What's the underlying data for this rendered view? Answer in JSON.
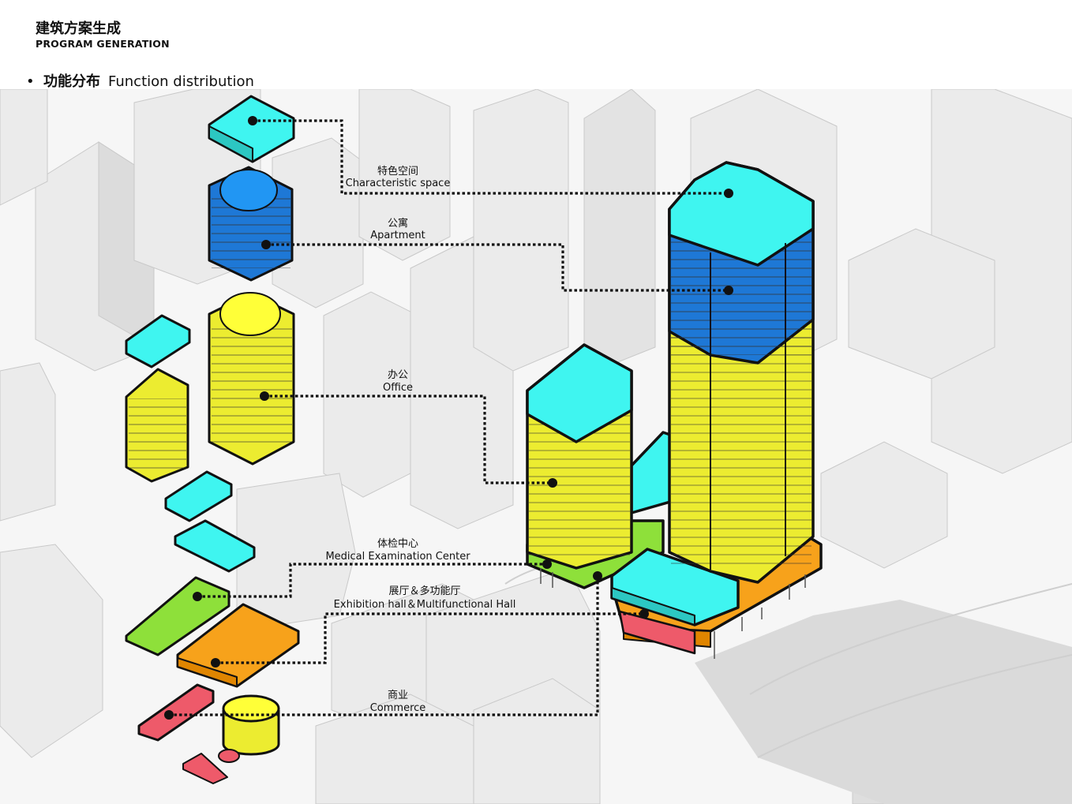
{
  "header": {
    "title_cn": "建筑方案生成",
    "title_en": "PROGRAM GENERATION"
  },
  "section": {
    "bullet": "•",
    "title_cn": "功能分布",
    "title_en": "Function distribution"
  },
  "legend": [
    {
      "cn": "特色空间",
      "en": "Characteristic space",
      "color": "#3ff5f0"
    },
    {
      "cn": "公寓",
      "en": "Apartment",
      "color": "#1e78d6"
    },
    {
      "cn": "办公",
      "en": "Office",
      "color": "#ecec30"
    },
    {
      "cn": "体检中心",
      "en": "Medical Examination Center",
      "color": "#8ee03a"
    },
    {
      "cn": "展厅＆多功能厅",
      "en": "Exhibition hall＆Multifunctional Hall",
      "color": "#f7a21b"
    },
    {
      "cn": "商业",
      "en": "Commerce",
      "color": "#ee5a6a"
    }
  ]
}
